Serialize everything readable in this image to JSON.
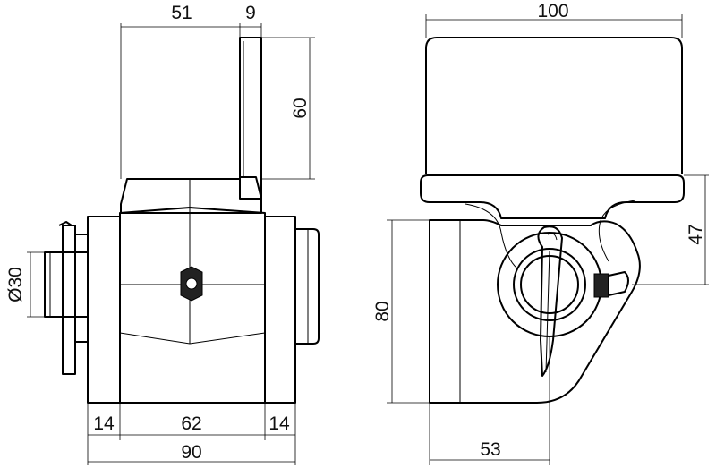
{
  "diagram": {
    "left_view": {
      "dimensions": {
        "arm_width": "51",
        "plate_thickness": "9",
        "arm_height": "60",
        "shaft_diameter": "Ø30",
        "left_flange": "14",
        "body_width": "62",
        "right_flange": "14",
        "overall_width": "90"
      }
    },
    "right_view": {
      "dimensions": {
        "top_width": "100",
        "pivot_height": "47",
        "body_height": "80",
        "pivot_offset": "53"
      }
    }
  }
}
